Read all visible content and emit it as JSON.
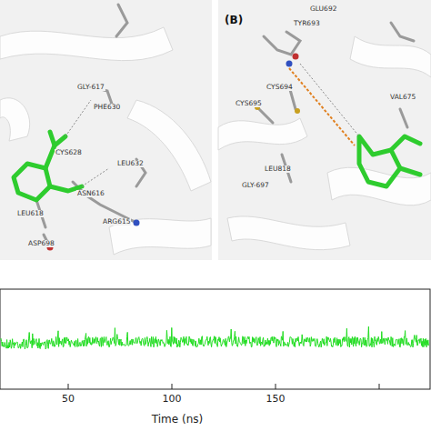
{
  "diagram": {
    "labels": [
      "GLY-617",
      "PHE630",
      "CYS628",
      "LEU632",
      "ASN616",
      "ARG615",
      "LEU618",
      "ASP698",
      "(B)",
      "GLU692",
      "TYR693",
      "CYS695",
      "CYS694",
      "VAL675",
      "LEU818",
      "GLY-697",
      "50",
      "100",
      "150",
      "Time (ns)"
    ]
  }
}
